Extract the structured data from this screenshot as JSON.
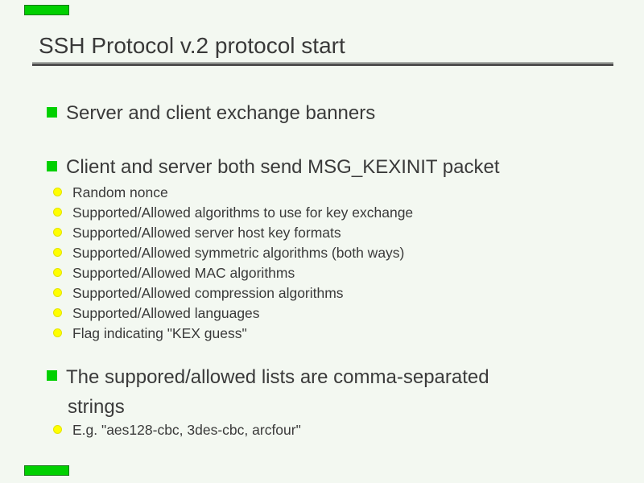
{
  "slide": {
    "title": "SSH Protocol v.2 protocol start",
    "colors": {
      "background": "#f3f8f1",
      "text": "#3a3a3a",
      "accent_green": "#00d000",
      "bullet_yellow": "#ffff00",
      "rule_light": "#a9aea9",
      "rule_dark": "#4e4e4e"
    },
    "bullets": {
      "b0": {
        "label": "Server and client exchange banners"
      },
      "b1": {
        "label": "Client and server both send MSG_KEXINIT packet",
        "sub": [
          "Random nonce",
          "Supported/Allowed algorithms to use for key exchange",
          "Supported/Allowed server host key formats",
          "Supported/Allowed symmetric algorithms (both ways)",
          "Supported/Allowed MAC algorithms",
          "Supported/Allowed compression algorithms",
          "Supported/Allowed languages",
          "Flag indicating \"KEX guess\""
        ]
      },
      "b2": {
        "label_line1": "The suppored/allowed lists are comma-separated",
        "label_line2": "strings",
        "sub": [
          "E.g. \"aes128-cbc, 3des-cbc, arcfour\""
        ]
      }
    }
  }
}
